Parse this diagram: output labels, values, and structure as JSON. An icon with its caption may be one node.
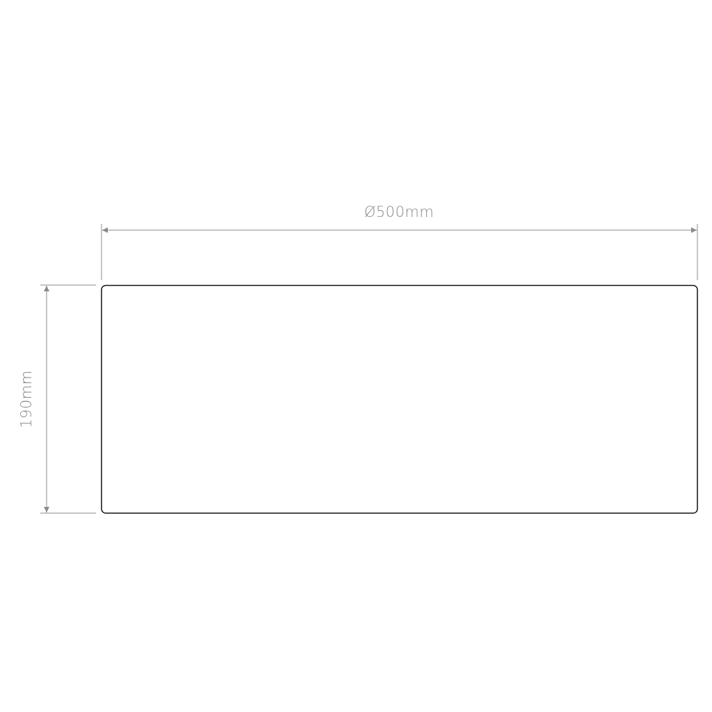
{
  "diagram": {
    "nodes": [
      {
        "text": [],
        "shape": "box"
      }
    ],
    "labels": [
      "Ø500mm",
      "190mm"
    ]
  }
}
